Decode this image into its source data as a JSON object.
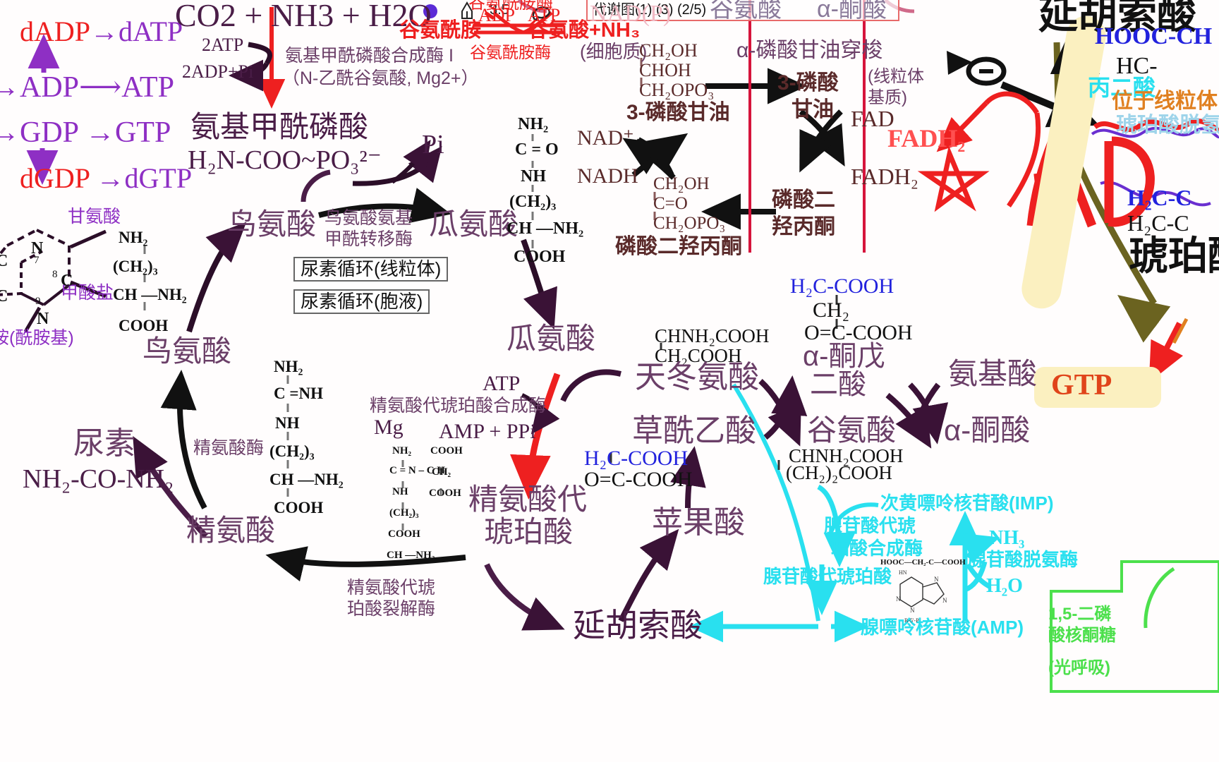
{
  "app": {
    "window_title": "代谢图(1) (3) (2/5)",
    "toolbar": {
      "pen_size": "3.5",
      "dot_color": "#5b2bd6",
      "pen_icon": "pen-nib-icon",
      "lasso_icon": "lasso-select-icon"
    }
  },
  "topleft_nucleotides": {
    "l1_left": "dADP",
    "l1_arrow": "→",
    "l1_right": "dATP",
    "l2_left": "ADP",
    "l2_arrow": "⟶",
    "l2_right": "ATP",
    "l3_left": "GDP",
    "l3_arrow": "→",
    "l3_right": "GTP",
    "l4_left": "dGDP",
    "l4_arrow": "→",
    "l4_right": "dGTP"
  },
  "purine_ring": {
    "glycine": "甘氨酸",
    "formate": "甲酸盐",
    "amide": "胺(酰胺基)",
    "n7": "N",
    "n7_num": "7",
    "c8": "C",
    "c8_num": "8",
    "n9": "N",
    "n9_num": "9",
    "c_a": "C",
    "c_b": "C"
  },
  "urea_cycle": {
    "substrates": "CO2 + NH3 + H2O",
    "atp_in": "2ATP",
    "adp_out": "2ADP+Pi",
    "cps_enzyme": "氨基甲酰磷酸合成酶 I",
    "cps_cofactor": "（N-乙酰谷氨酸, Mg2+）",
    "carbamoyl_name": "氨基甲酰磷酸",
    "carbamoyl_formula": "H₂N-COO~PO₃²⁻",
    "pi": "Pi",
    "ornithine_mito": "鸟氨酸",
    "otc_enzyme_l1": "鸟氨酸氨基",
    "otc_enzyme_l2": "甲酰转移酶",
    "citrulline_mito": "瓜氨酸",
    "box_mito": "尿素循环(线粒体)",
    "box_cyto": "尿素循环(胞液)",
    "citrulline_cyto": "瓜氨酸",
    "atp": "ATP",
    "ass_enzyme": "精氨酸代琥珀酸合成酶",
    "mg": "Mg",
    "amp_ppi": "AMP + PPi",
    "argsucc_l1": "精氨酸代",
    "argsucc_l2": "琥珀酸",
    "asl_enzyme_l1": "精氨酸代琥",
    "asl_enzyme_l2": "珀酸裂解酶",
    "arginine": "精氨酸",
    "arginase": "精氨酸酶",
    "urea_name": "尿素",
    "urea_formula": "NH₂-CO-NH₂",
    "ornithine_cyto": "鸟氨酸",
    "fumarate": "延胡索酸"
  },
  "citrulline_structure": {
    "l1": "NH₂",
    "l2": "C = O",
    "l3": "NH",
    "l4": "(CH₂)₃",
    "l5": "CH —NH₂",
    "l6": "COOH"
  },
  "ornithine_structure": {
    "l1": "NH₂",
    "l2": "(CH₂)₃",
    "l3": "CH —NH₂",
    "l4": "COOH"
  },
  "arginine_structure": {
    "l1": "NH₂",
    "l2": "C =NH",
    "l3": "NH",
    "l4": "(CH₂)₃",
    "l5": "CH —NH₂",
    "l6": "COOH"
  },
  "argsucc_structure": {
    "l1": "NH₂",
    "l2": "C = N – C H",
    "l3": "NH",
    "l4": "CH₂",
    "l5": "(CH₂)₃",
    "l6": "COOH",
    "r1": "COOH",
    "r2": "CH —NH₂",
    "r3": "COOH"
  },
  "glycerol_shuttle": {
    "compartment_cyto": "(细胞质)",
    "g3p_f1": "CH₂OH",
    "g3p_f2": "CHOH",
    "g3p_f3": "CH₂OPO₃",
    "g3p_name": "3-磷酸甘油",
    "nad": "NAD⁺",
    "nadh": "NADH",
    "dhap_f1": "CH₂OH",
    "dhap_f2": "C=O",
    "dhap_f3": "CH₂OPO₃",
    "dhap_name": "磷酸二羟丙酮",
    "shuttle_title": "α-磷酸甘油穿梭",
    "compartment_mito_l1": "(线粒体",
    "compartment_mito_l2": "基质)",
    "g3p_mito_l1": "3-磷酸",
    "g3p_mito_l2": "甘油",
    "fad": "FAD",
    "fadh2": "FADH₂",
    "dhap_mito_l1": "磷酸二",
    "dhap_mito_l2": "羟丙酮"
  },
  "glutamine_reaction": {
    "enzyme_top": "谷氨酰胺酶",
    "adp": "ADP",
    "atp": "ATP",
    "left": "谷氨酰胺",
    "right": "谷氨酸+NH₃",
    "enzyme_bottom": "谷氨酰胺酶"
  },
  "nad_faded": {
    "label": "NAD(P)"
  },
  "transamination": {
    "aspartate_f1": "CHNH₂COOH",
    "aspartate_f2": "CH₂COOH",
    "aspartate": "天冬氨酸",
    "oaa": "草酰乙酸",
    "oaa_f1": "H₂C-COOH",
    "oaa_f2": "O=C-COOH",
    "akg_f1": "H₂C-COOH",
    "akg_f2": "CH₂",
    "akg_f3": "O=C-COOH",
    "akg_l1": "α-酮戊",
    "akg_l2": "二酸",
    "glutamate": "谷氨酸",
    "glutamate_f1": "CHNH₂COOH",
    "glutamate_f2": "(CH₂)₂COOH",
    "amino_acid": "氨基酸",
    "keto_acid": "α-酮酸",
    "malate": "苹果酸"
  },
  "top_row_labels": {
    "glutamate": "谷氨酸",
    "keto_acid": "α-酮酸"
  },
  "purine_cycle": {
    "imp": "次黄嘌呤核苷酸(IMP)",
    "adss_l1": "腺苷酸代琥",
    "adss_l2": "珀酸合成酶",
    "adenylosuccinate": "腺苷酸代琥珀酸",
    "amp": "腺嘌呤核苷酸(AMP)",
    "nh3": "NH₃",
    "ampd": "腺苷酸脱氨酶",
    "h2o": "H₂O",
    "struct": "HOOC—CH₂-C—COOH"
  },
  "right_panel": {
    "fumarate_title": "延胡索酸",
    "fumarate_f1": "HOOC-CH",
    "fumarate_f2": "HC-",
    "malonate": "丙二酸",
    "located": "位于线粒体",
    "sdh": "琥珀酸脱氢酶",
    "fad_big": "FAD",
    "succinate_f1": "H₂C-C",
    "succinate_f2": "H₂C-C",
    "succinate_title": "琥珀酸",
    "gtp": "GTP"
  },
  "annotations": {
    "fadh2_red": "FADH₂",
    "star": "star-mark",
    "minus_sign": "inhibition-minus-icon"
  },
  "green_box": {
    "l1": "1,5-二磷",
    "l2": "酸核酮糖",
    "l3": "(光呼吸)"
  },
  "colors": {
    "purple": "#4a1d47",
    "red": "#ee2020",
    "cyan": "#29e0ef",
    "blue": "#2222dd",
    "green": "#4ce04c",
    "olive": "#8a8230",
    "highlight": "#fbf0c0"
  }
}
